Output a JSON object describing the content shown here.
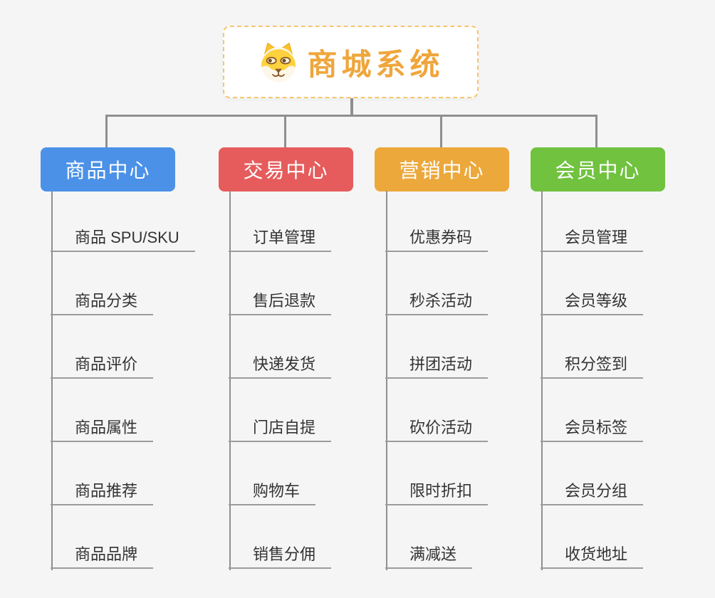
{
  "root": {
    "label": "商城系统",
    "icon": "shiba-dog-icon",
    "text_color": "#efa63c",
    "border_color": "#f8c474"
  },
  "colors": {
    "connector": "#8f8f8f",
    "leaf_underline": "#9c9c9c",
    "background": "#f5f5f5"
  },
  "branches": [
    {
      "label": "商品中心",
      "color": "#4b91e8",
      "items": [
        "商品 SPU/SKU",
        "商品分类",
        "商品评价",
        "商品属性",
        "商品推荐",
        "商品品牌"
      ]
    },
    {
      "label": "交易中心",
      "color": "#e65c5c",
      "items": [
        "订单管理",
        "售后退款",
        "快递发货",
        "门店自提",
        "购物车",
        "销售分佣"
      ]
    },
    {
      "label": "营销中心",
      "color": "#eca83b",
      "items": [
        "优惠券码",
        "秒杀活动",
        "拼团活动",
        "砍价活动",
        "限时折扣",
        "满减送"
      ]
    },
    {
      "label": "会员中心",
      "color": "#70c23f",
      "items": [
        "会员管理",
        "会员等级",
        "积分签到",
        "会员标签",
        "会员分组",
        "收货地址"
      ]
    }
  ]
}
